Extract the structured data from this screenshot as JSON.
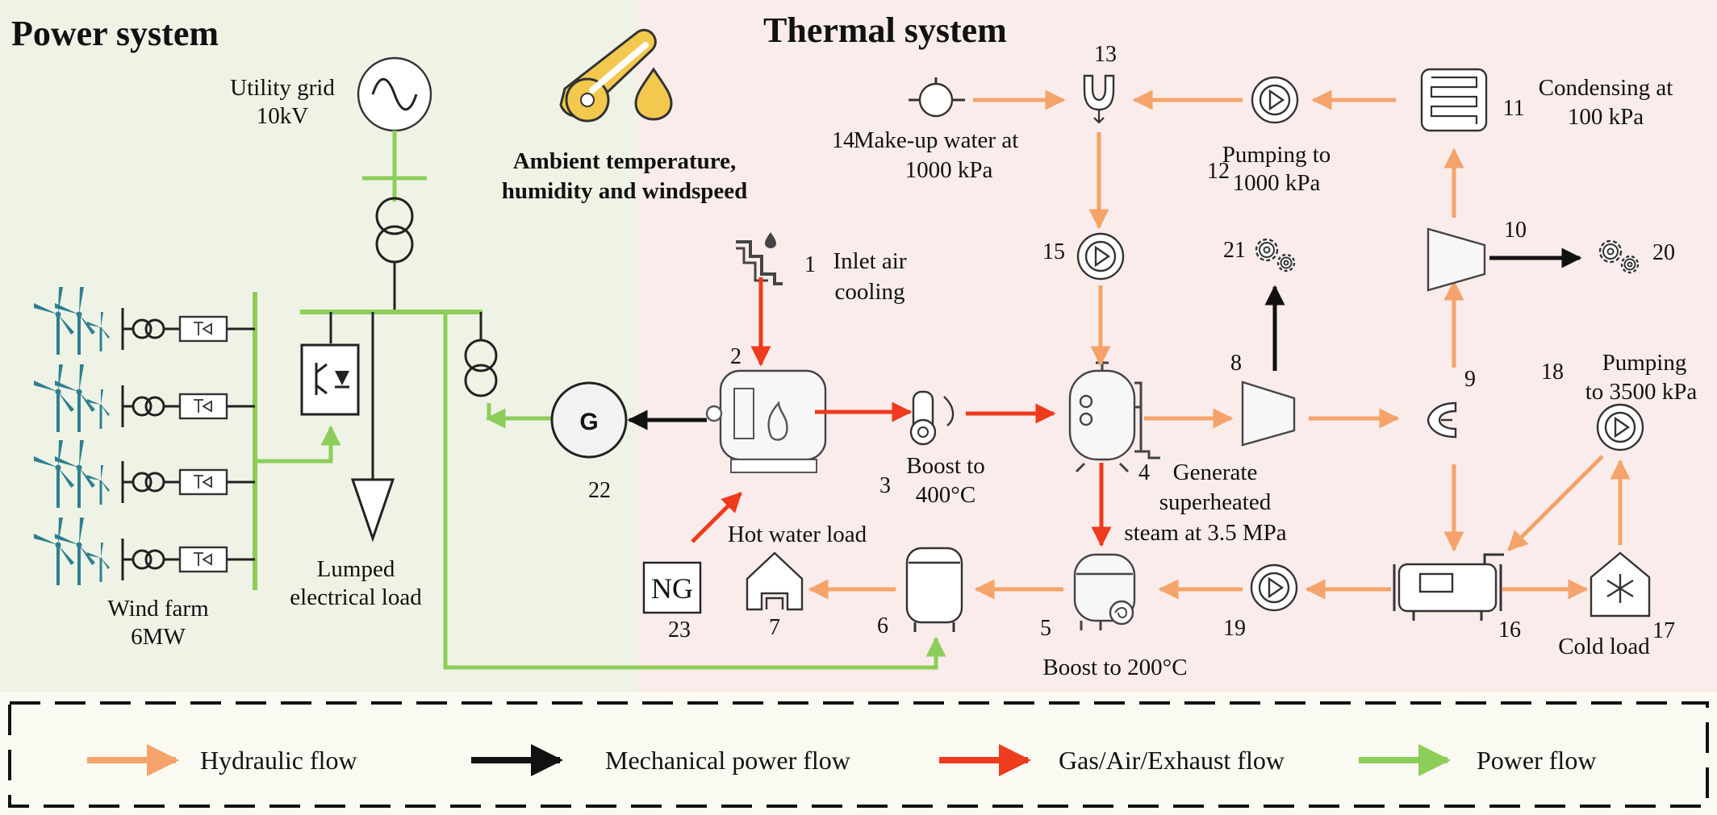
{
  "sections": {
    "power": "Power system",
    "thermal": "Thermal system"
  },
  "colors": {
    "power_bg": "#eef3e6",
    "thermal_bg": "#f9ecea",
    "legend_bg": "#fbfaf2",
    "hydraulic": "#f4a46a",
    "mechanical": "#111111",
    "gas": "#ee3a1d",
    "power": "#8dce5a",
    "turbine": "#2e7f8f"
  },
  "ambient": {
    "line1": "Ambient temperature,",
    "line2": "humidity and windspeed"
  },
  "grid": {
    "line1": "Utility grid",
    "line2": "10kV"
  },
  "wind": {
    "line1": "Wind farm",
    "line2": "6MW"
  },
  "load": {
    "line1": "Lumped",
    "line2": "electrical load"
  },
  "generator": {
    "symbol": "G"
  },
  "ng": {
    "symbol": "NG"
  },
  "nodes": {
    "n1": {
      "num": "1",
      "line1": "Inlet air",
      "line2": "cooling"
    },
    "n2": {
      "num": "2"
    },
    "n3": {
      "num": "3",
      "line1": "Boost  to",
      "line2": "400°C"
    },
    "n4": {
      "num": "4",
      "line1": "Generate",
      "line2": "superheated",
      "line3": "steam at 3.5 MPa"
    },
    "n5": {
      "num": "5",
      "line1": "Boost to 200°C"
    },
    "n6": {
      "num": "6"
    },
    "n7": {
      "num": "7",
      "line1": "Hot water load"
    },
    "n8": {
      "num": "8"
    },
    "n9": {
      "num": "9"
    },
    "n10": {
      "num": "10"
    },
    "n11": {
      "num": "11",
      "line1": "Condensing at",
      "line2": "100 kPa"
    },
    "n12": {
      "num": "12",
      "line1": "Pumping to",
      "line2": "1000 kPa"
    },
    "n13": {
      "num": "13"
    },
    "n14": {
      "num": "14",
      "line1": "Make-up water at",
      "line2": "1000 kPa"
    },
    "n15": {
      "num": "15"
    },
    "n16": {
      "num": "16"
    },
    "n17": {
      "num": "17",
      "line1": "Cold load"
    },
    "n18": {
      "num": "18",
      "line1": "Pumping",
      "line2": "to 3500 kPa"
    },
    "n19": {
      "num": "19"
    },
    "n20": {
      "num": "20"
    },
    "n21": {
      "num": "21"
    },
    "n22": {
      "num": "22"
    },
    "n23": {
      "num": "23"
    }
  },
  "legend": [
    {
      "label": "Hydraulic flow",
      "color": "#f4a46a"
    },
    {
      "label": "Mechanical power flow",
      "color": "#111111"
    },
    {
      "label": "Gas/Air/Exhaust flow",
      "color": "#ee3a1d"
    },
    {
      "label": "Power flow",
      "color": "#8dce5a"
    }
  ]
}
